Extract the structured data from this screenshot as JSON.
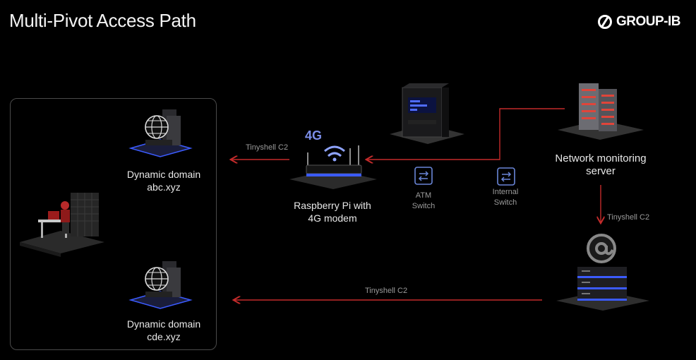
{
  "title": "Multi-Pivot Access Path",
  "brand": {
    "logo_text": "GROUP-IB"
  },
  "nodes": {
    "domain_abc": {
      "line1": "Dynamic domain",
      "line2": "abc.xyz"
    },
    "domain_cde": {
      "line1": "Dynamic domain",
      "line2": "cde.xyz"
    },
    "raspberry": {
      "line1": "Raspberry Pi with",
      "line2": "4G modem",
      "badge": "4G"
    },
    "atm_switch": {
      "line1": "ATM",
      "line2": "Switch"
    },
    "internal_switch": {
      "line1": "Internal",
      "line2": "Switch"
    },
    "monitoring": {
      "line1": "Network monitoring",
      "line2": "server"
    }
  },
  "edges": {
    "rpi_to_domain": "Tinyshell C2",
    "monitor_to_mail": "Tinyshell C2",
    "mail_to_domain": "Tinyshell C2"
  },
  "colors": {
    "arrow": "#c42b2b",
    "accent_blue": "#3b5bff",
    "panel_border": "#4a4a4a"
  }
}
